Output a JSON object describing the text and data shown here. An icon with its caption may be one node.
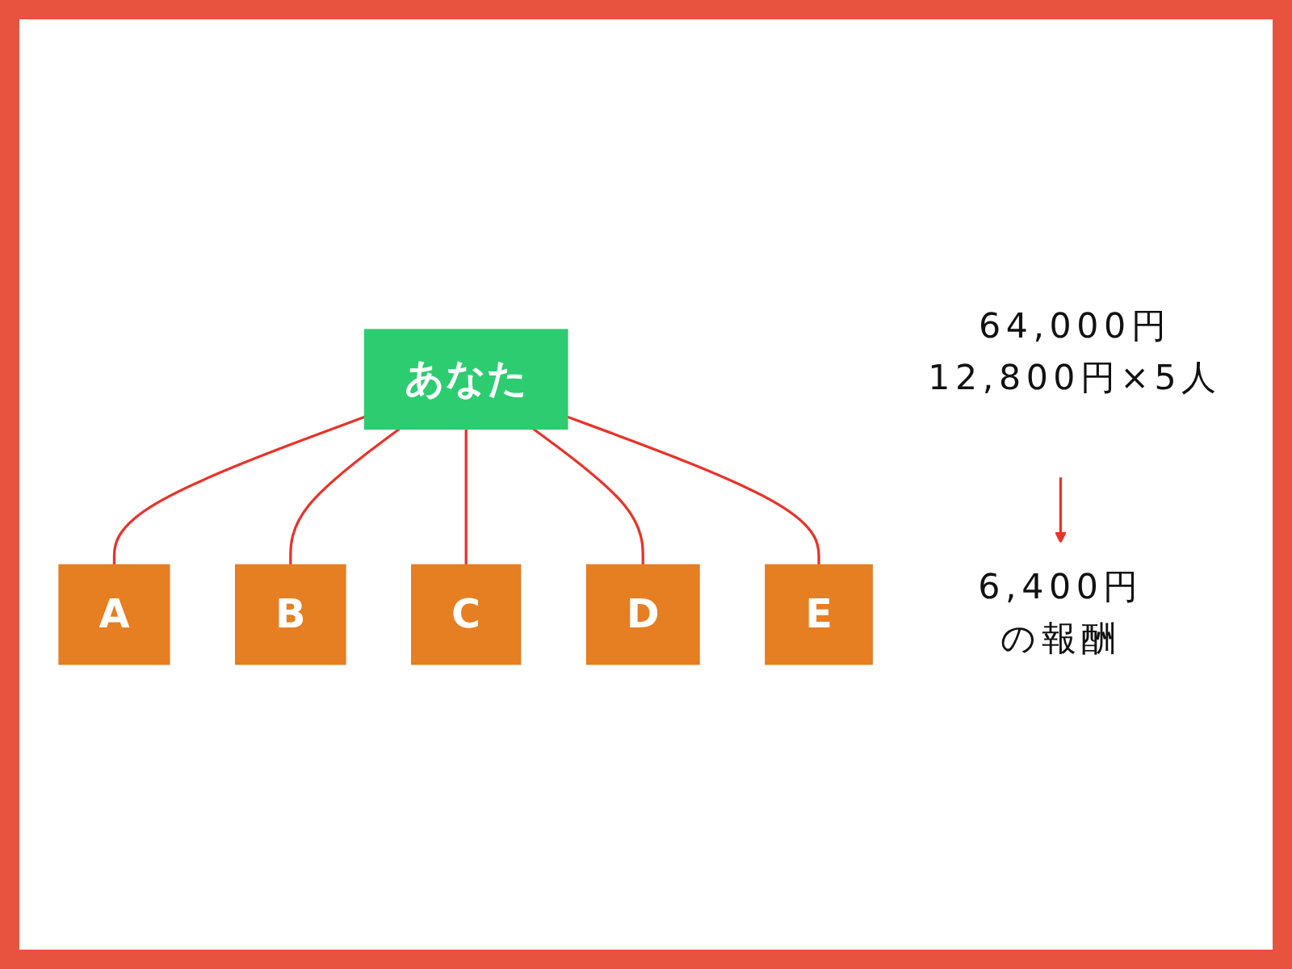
{
  "diagram": {
    "nodes": [
      {
        "text": [
          "あなた"
        ]
      },
      {
        "text": [
          "A"
        ]
      },
      {
        "text": [
          "B"
        ]
      },
      {
        "text": [
          "C"
        ]
      },
      {
        "text": [
          "D"
        ]
      },
      {
        "text": [
          "E"
        ]
      },
      {
        "text": [
          "6,400円",
          "の報酬"
        ]
      },
      {
        "text": [
          "64,000円",
          "12,800円×5人"
        ]
      }
    ],
    "edges": [
      {
        "from": 0,
        "to": 1,
        "arrow": "none"
      },
      {
        "from": 0,
        "to": 2,
        "arrow": "none"
      },
      {
        "from": 0,
        "to": 3,
        "arrow": "none"
      },
      {
        "from": 0,
        "to": 4,
        "arrow": "none"
      },
      {
        "from": 0,
        "to": 5,
        "arrow": "none"
      },
      {
        "from": 7,
        "to": 6,
        "arrow": "to"
      }
    ]
  }
}
